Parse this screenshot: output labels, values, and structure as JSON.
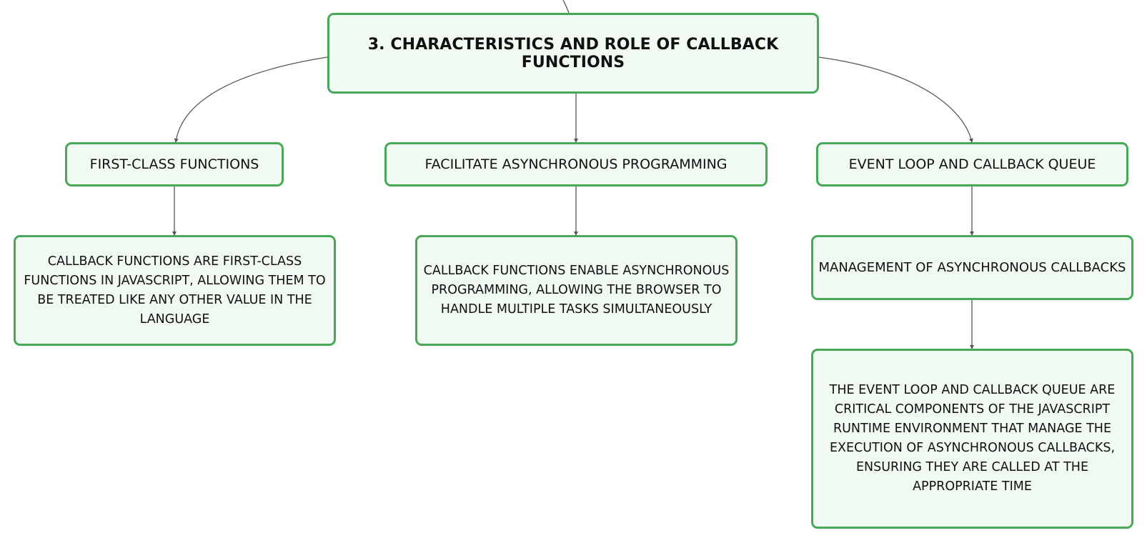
{
  "colors": {
    "node_border": "#47a857",
    "node_fill": "#f1f9f3",
    "text": "#111111",
    "connector": "#555555"
  },
  "root": {
    "label": "3. CHARACTERISTICS AND ROLE OF CALLBACK FUNCTIONS"
  },
  "branches": [
    {
      "label": "FIRST-CLASS FUNCTIONS",
      "children": [
        "CALLBACK FUNCTIONS ARE FIRST-CLASS FUNCTIONS IN JAVASCRIPT, ALLOWING THEM TO BE TREATED LIKE ANY OTHER VALUE IN THE LANGUAGE"
      ]
    },
    {
      "label": "FACILITATE ASYNCHRONOUS PROGRAMMING",
      "children": [
        "CALLBACK FUNCTIONS ENABLE ASYNCHRONOUS PROGRAMMING, ALLOWING THE BROWSER TO HANDLE MULTIPLE TASKS SIMULTANEOUSLY"
      ]
    },
    {
      "label": "EVENT LOOP AND CALLBACK QUEUE",
      "children": [
        "MANAGEMENT OF ASYNCHRONOUS CALLBACKS",
        "THE EVENT LOOP AND CALLBACK QUEUE ARE CRITICAL COMPONENTS OF THE JAVASCRIPT RUNTIME ENVIRONMENT THAT MANAGE THE EXECUTION OF ASYNCHRONOUS CALLBACKS, ENSURING THEY ARE CALLED AT THE APPROPRIATE TIME"
      ]
    }
  ]
}
